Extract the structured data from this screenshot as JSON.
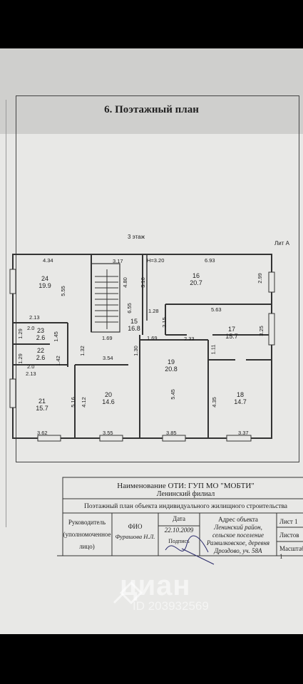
{
  "document": {
    "title": "6. Поэтажный план",
    "floor_label": "3 этаж",
    "lit_label": "Лит А"
  },
  "rooms": [
    {
      "num": "24",
      "area": "19.9"
    },
    {
      "num": "16",
      "area": "20.7"
    },
    {
      "num": "15",
      "area": "16.8"
    },
    {
      "num": "17",
      "area": "15.7"
    },
    {
      "num": "23",
      "area": "2.6"
    },
    {
      "num": "22",
      "area": "2.6"
    },
    {
      "num": "19",
      "area": "20.8"
    },
    {
      "num": "21",
      "area": "15.7"
    },
    {
      "num": "20",
      "area": "14.6"
    },
    {
      "num": "18",
      "area": "14.7"
    }
  ],
  "dimensions": {
    "d434": "4.34",
    "d317": "3.17",
    "dh320": "H=3.20",
    "d693": "6.93",
    "d555": "5.55",
    "d480": "4.80",
    "d310": "3.10",
    "d655": "6.55",
    "d299": "2.99",
    "d128": "1.28",
    "d563": "5.63",
    "d213a": "2.13",
    "d215": "2.15",
    "d325": "3.25",
    "d20a": "2.0",
    "d129a": "1.29",
    "d145": "1.45",
    "d169a": "1.69",
    "d169b": "1.69",
    "d233": "2.33",
    "d142": "1.42",
    "d132": "1.32",
    "d111": "1.11",
    "d130": "1.30",
    "d129b": "1.29",
    "d20b": "2.0",
    "d213b": "2.13",
    "d354": "3.54",
    "d516": "5.16",
    "d412": "4.12",
    "d545": "5.45",
    "d435": "4.35",
    "d362": "3.62",
    "d355": "3.55",
    "d385": "3.85",
    "d337": "3.37"
  },
  "title_block": {
    "org_line1": "Наименование ОТИ: ГУП МО \"МОБТИ\"",
    "org_line2": "Ленинский филиал",
    "doc_line": "Поэтажный план объекта индивидуального жилищного строительства",
    "role_line1": "Руководитель",
    "role_line2": "(уполномоченное",
    "role_line3": "лицо)",
    "fio_header": "ФИО",
    "fio_value": "Фурашова Н.Л.",
    "date_header": "Дата",
    "date_value": "22.10.2009",
    "sign_header": "Подпись",
    "address_header": "Адрес объекта",
    "address_line1": "Ленинский район,",
    "address_line2": "сельское поселение",
    "address_line3": "Развилковское, деревня",
    "address_line4": "Дроздово, уч. 58А",
    "sheet": "Лист 1",
    "sheets": "Листов",
    "scale": "Масштаб 1"
  },
  "watermark": {
    "brand": "циан",
    "id": "ID 203932569"
  }
}
